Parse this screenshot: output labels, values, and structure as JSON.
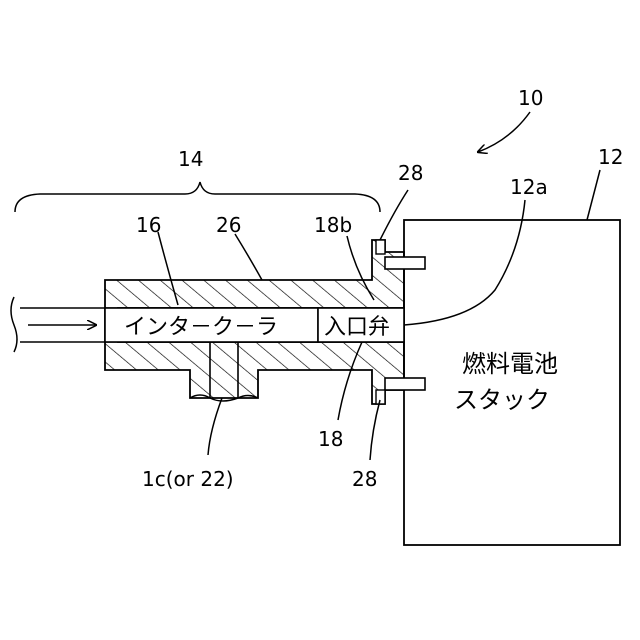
{
  "labels": {
    "system": "10",
    "stack_ref": "12",
    "stack_inlet": "12a",
    "section": "14",
    "intercooler_ref": "16",
    "housing": "26",
    "valve_part": "18b",
    "seal_top": "28",
    "inlet_valve_ref": "18",
    "seal_bottom": "28",
    "port": "1c(or 22)"
  },
  "components": {
    "intercooler": "インタ－ク－ラ",
    "inlet_valve": "入口弁",
    "stack_line1": "燃料電池",
    "stack_line2": "スタック"
  },
  "colors": {
    "line": "#000000",
    "background": "#ffffff"
  }
}
